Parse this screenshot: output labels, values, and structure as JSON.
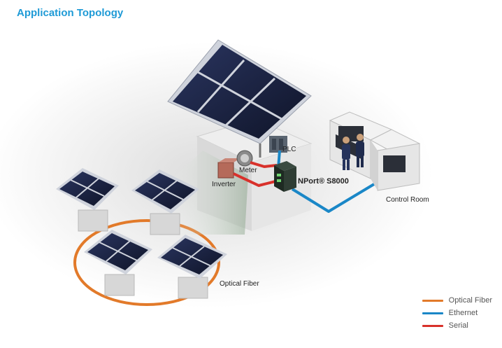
{
  "title": "Application Topology",
  "labels": {
    "plc": "PLC",
    "meter": "Meter",
    "inverter": "Inverter",
    "nport": "NPort® S8000",
    "control_room": "Control Room",
    "optical_fiber": "Optical Fiber"
  },
  "legend": [
    {
      "label": "Optical Fiber",
      "color": "#e27a2a"
    },
    {
      "label": "Ethernet",
      "color": "#1a87c7"
    },
    {
      "label": "Serial",
      "color": "#d8312b"
    }
  ],
  "colors": {
    "title": "#1e9ad6",
    "optical_fiber": "#e27a2a",
    "ethernet": "#1a87c7",
    "serial": "#d8312b",
    "panel": "#1c2340",
    "cabinet": "#e3e3e3"
  }
}
